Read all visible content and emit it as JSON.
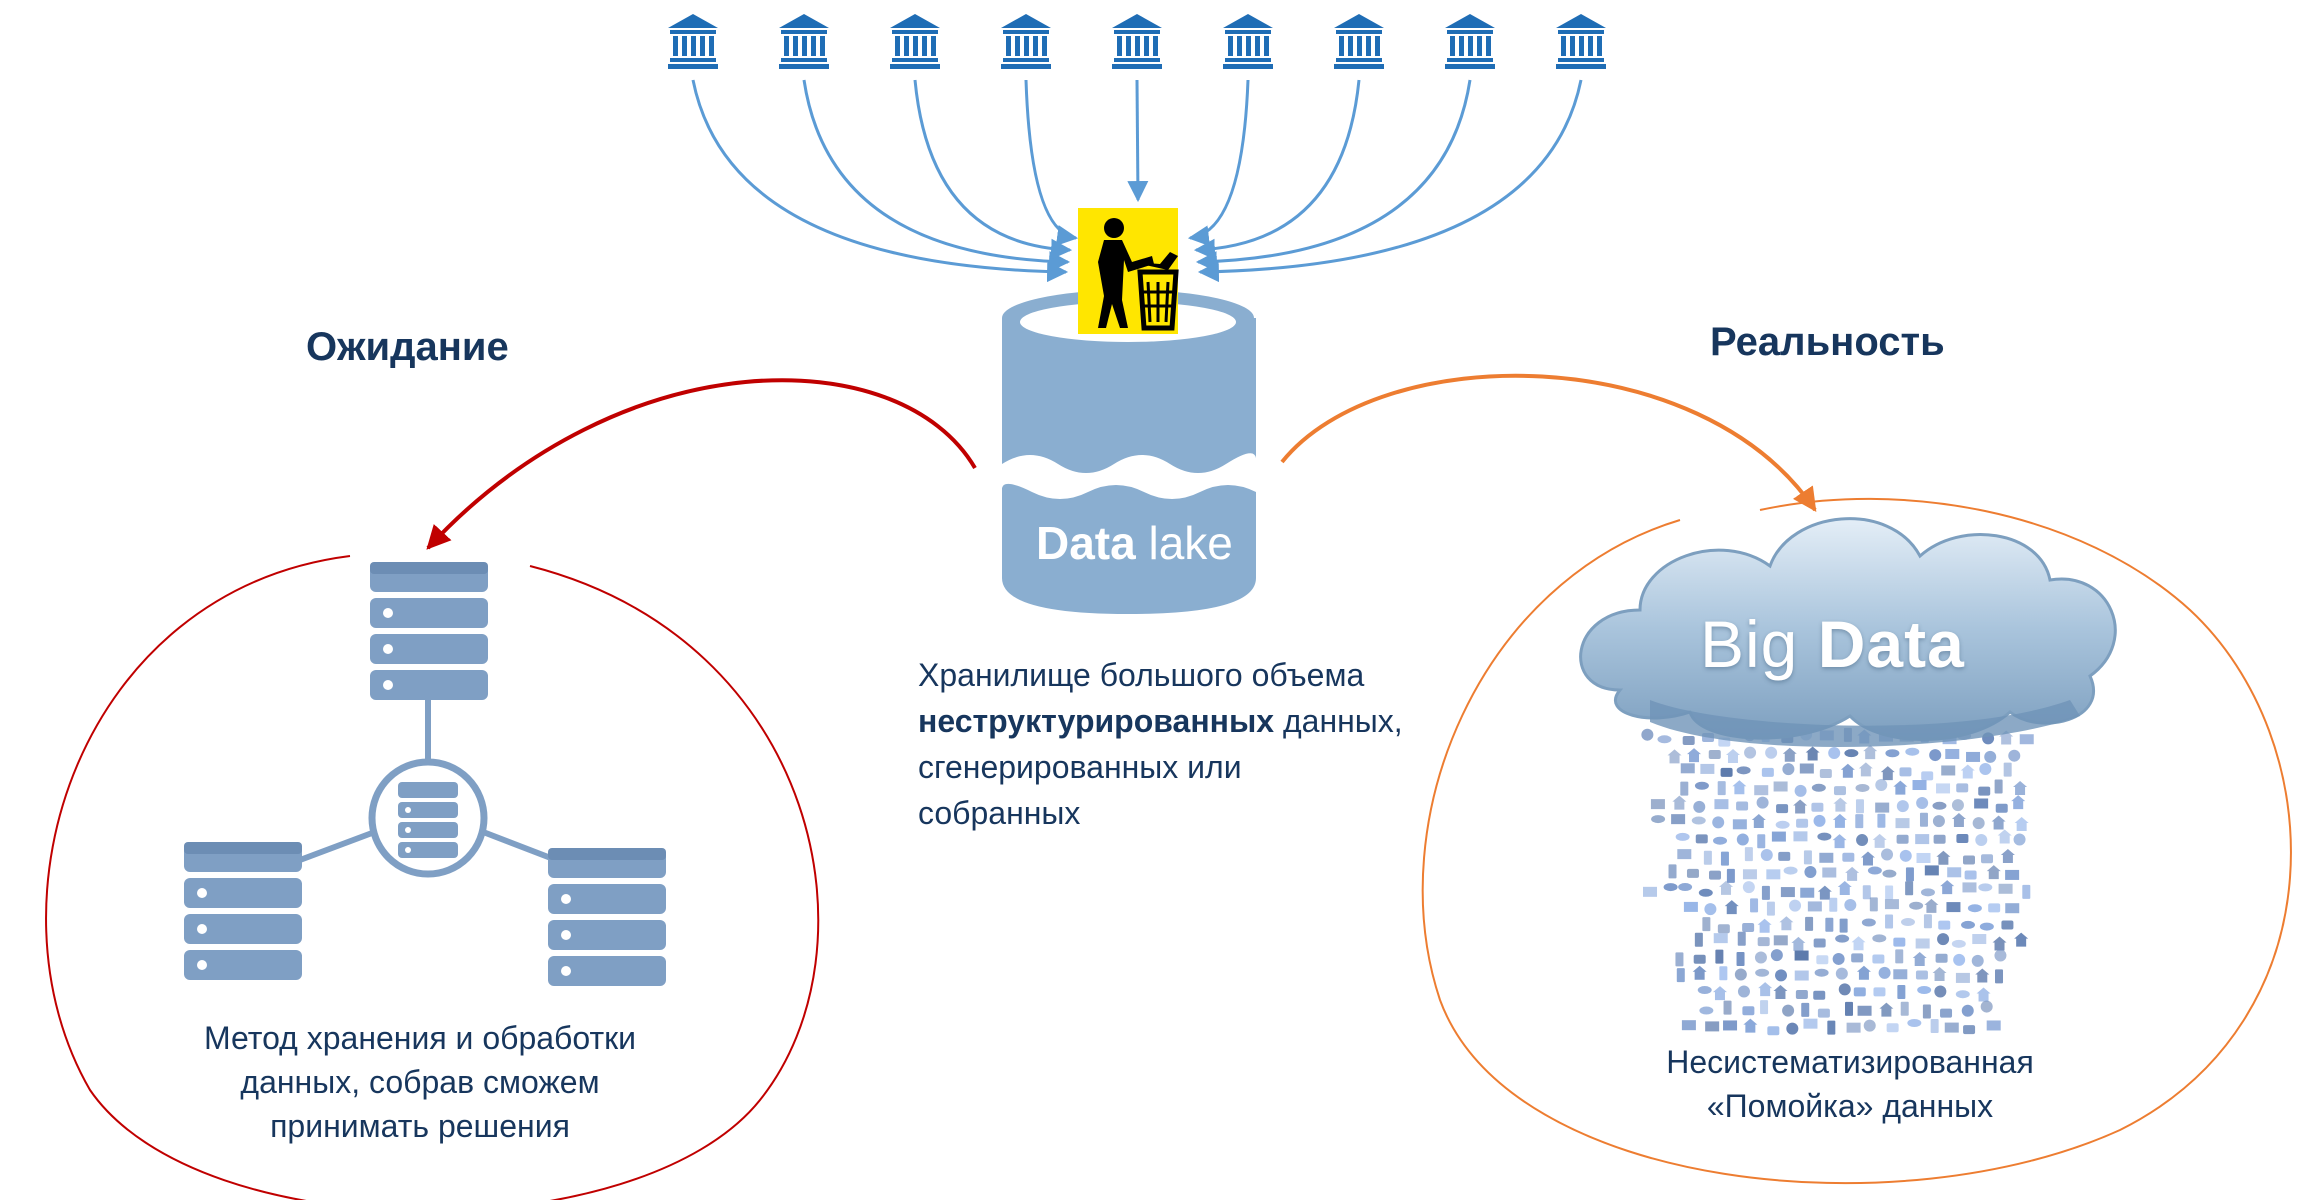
{
  "sources": {
    "count": 9,
    "icon": "bank-building-icon",
    "color": "#1f6db5"
  },
  "lake": {
    "label_bold": "Data",
    "label_rest": " lake",
    "trash_icon": "litter-bin-icon",
    "trash_bg": "#ffe600",
    "body_color": "#8aaed0"
  },
  "left": {
    "heading": "Ожидание",
    "caption_lines": [
      "Метод хранения и обработки",
      "данных, собрав сможем",
      "принимать решения"
    ],
    "arrow_color": "#c00000",
    "server_color": "#7f9fc4"
  },
  "center": {
    "line1": "Хранилище большого объема",
    "line2_bold": "неструктурированных",
    "line2_rest": " данных,",
    "line3": "сгенерированных или",
    "line4": "собранных"
  },
  "right": {
    "heading": "Реальность",
    "cloud_label_plain": "Big ",
    "cloud_label_bold": "Data",
    "caption_lines": [
      "Несистематизированная",
      "«Помойка» данных"
    ],
    "arrow_color": "#ed7d31"
  }
}
